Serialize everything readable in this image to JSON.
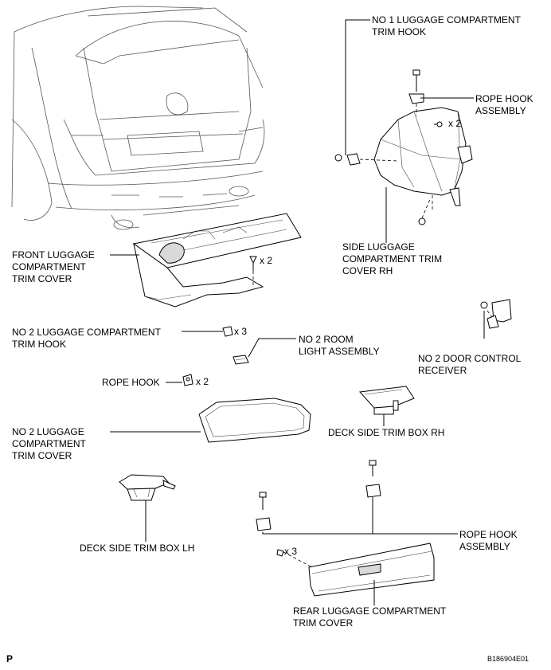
{
  "labels": {
    "no1_hook": [
      "NO  1 LUGGAGE COMPARTMENT",
      "TRIM HOOK"
    ],
    "rope_hook_assembly_top": [
      "ROPE HOOK",
      "ASSEMBLY"
    ],
    "side_trim_cover_rh": [
      "SIDE LUGGAGE",
      "COMPARTMENT TRIM",
      "COVER RH"
    ],
    "front_trim_cover": [
      "FRONT LUGGAGE",
      "COMPARTMENT",
      "TRIM COVER"
    ],
    "no2_hook": [
      "NO  2 LUGGAGE COMPARTMENT",
      "TRIM HOOK"
    ],
    "no2_room_light": [
      "NO  2 ROOM",
      "LIGHT ASSEMBLY"
    ],
    "no2_door_receiver": [
      "NO  2 DOOR CONTROL",
      "RECEIVER"
    ],
    "rope_hook": [
      "ROPE HOOK"
    ],
    "no2_trim_cover": [
      "NO  2 LUGGAGE",
      "COMPARTMENT",
      "TRIM COVER"
    ],
    "deck_box_rh": [
      "DECK SIDE TRIM BOX RH"
    ],
    "deck_box_lh": [
      "DECK SIDE TRIM BOX LH"
    ],
    "rope_hook_assembly_bottom": [
      "ROPE HOOK",
      "ASSEMBLY"
    ],
    "rear_trim_cover": [
      "REAR LUGGAGE COMPARTMENT",
      "TRIM COVER"
    ]
  },
  "quantities": {
    "side_clip": "x 2",
    "front_clip": "x 2",
    "no2_hook": "x 3",
    "rope_hook": "x 2",
    "rear_clip": "x 3"
  },
  "footer": {
    "left": "P",
    "right": "B186904E01"
  }
}
